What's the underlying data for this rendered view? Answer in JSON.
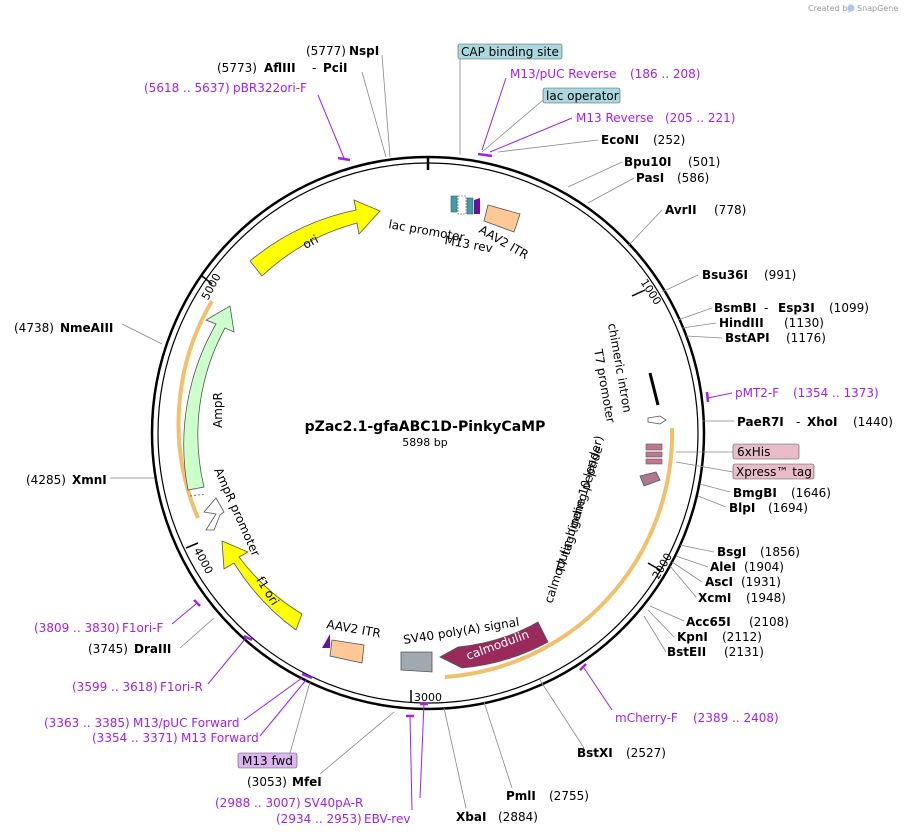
{
  "credit": {
    "text": "Created by",
    "brand": "SnapGene"
  },
  "plasmid": {
    "name": "pZac2.1-gfaABC1D-PinkyCaMP",
    "size_label": "5898 bp",
    "length": 5898
  },
  "ticks": [
    {
      "bp": 1000,
      "label": "1000"
    },
    {
      "bp": 2000,
      "label": "2000"
    },
    {
      "bp": 3000,
      "label": "3000"
    },
    {
      "bp": 4000,
      "label": "4000"
    },
    {
      "bp": 5000,
      "label": "5000"
    }
  ],
  "sites": [
    {
      "name": "NspI",
      "coord": "(5777)"
    },
    {
      "name": "AflIII",
      "name2": "PciI",
      "coord": "(5773)"
    },
    {
      "name": "EcoNI",
      "coord": "(252)"
    },
    {
      "name": "Bpu10I",
      "coord": "(501)"
    },
    {
      "name": "PasI",
      "coord": "(586)"
    },
    {
      "name": "AvrII",
      "coord": "(778)"
    },
    {
      "name": "Bsu36I",
      "coord": "(991)"
    },
    {
      "name": "BsmBI",
      "name2": "Esp3I",
      "coord": "(1099)"
    },
    {
      "name": "HindIII",
      "coord": "(1130)"
    },
    {
      "name": "BstAPI",
      "coord": "(1176)"
    },
    {
      "name": "PaeR7I",
      "name2": "XhoI",
      "coord": "(1440)"
    },
    {
      "name": "BmgBI",
      "coord": "(1646)"
    },
    {
      "name": "BlpI",
      "coord": "(1694)"
    },
    {
      "name": "BsgI",
      "coord": "(1856)"
    },
    {
      "name": "AleI",
      "coord": "(1904)"
    },
    {
      "name": "AscI",
      "coord": "(1931)"
    },
    {
      "name": "XcmI",
      "coord": "(1948)"
    },
    {
      "name": "Acc65I",
      "coord": "(2108)"
    },
    {
      "name": "KpnI",
      "coord": "(2112)"
    },
    {
      "name": "BstEII",
      "coord": "(2131)"
    },
    {
      "name": "BstXI",
      "coord": "(2527)"
    },
    {
      "name": "PmlI",
      "coord": "(2755)"
    },
    {
      "name": "XbaI",
      "coord": "(2884)"
    },
    {
      "name": "MfeI",
      "coord": "(3053)"
    },
    {
      "name": "DraIII",
      "coord": "(3745)"
    },
    {
      "name": "XmnI",
      "coord": "(4285)"
    },
    {
      "name": "NmeAIII",
      "coord": "(4738)"
    }
  ],
  "primers": [
    {
      "name": "pBR322ori-F",
      "range": "(5618 .. 5637)"
    },
    {
      "name": "M13/pUC Reverse",
      "range": "(186 .. 208)"
    },
    {
      "name": "M13 Reverse",
      "range": "(205 .. 221)"
    },
    {
      "name": "pMT2-F",
      "range": "(1354 .. 1373)"
    },
    {
      "name": "mCherry-F",
      "range": "(2389 .. 2408)"
    },
    {
      "name": "EBV-rev",
      "range": "(2934 .. 2953)"
    },
    {
      "name": "SV40pA-R",
      "range": "(2988 .. 3007)"
    },
    {
      "name": "M13 Forward",
      "range": "(3354 .. 3371)"
    },
    {
      "name": "M13/pUC Forward",
      "range": "(3363 .. 3385)"
    },
    {
      "name": "F1ori-R",
      "range": "(3599 .. 3618)"
    },
    {
      "name": "F1ori-F",
      "range": "(3809 .. 3830)"
    }
  ],
  "boxed_labels": [
    {
      "text": "CAP binding site",
      "color": "#a8d8e0"
    },
    {
      "text": "lac operator",
      "color": "#a8d8e0"
    },
    {
      "text": "6xHis",
      "color": "#e8bcc8"
    },
    {
      "text": "Xpress™ tag",
      "color": "#e8bcc8"
    },
    {
      "text": "M13 fwd",
      "color": "#dcb4f0"
    }
  ],
  "features": {
    "ori": "ori",
    "lac_promoter": "lac promoter",
    "m13_rev": "M13 rev",
    "aav2_itr_top": "AAV2 ITR",
    "aav2_itr_bottom": "AAV2 ITR",
    "chimeric_intron": "chimeric intron",
    "t7_promoter": "T7 promoter",
    "t7_tag": "T7 tag (gene 10 leader)",
    "cam_peptide": "calmodulin-binding peptide",
    "sv40_polya": "SV40 poly(A) signal",
    "calmodulin": "calmodulin",
    "ampr": "AmpR",
    "ampr_promoter": "AmpR promoter",
    "f1_ori": "f1 ori"
  },
  "colors": {
    "ori": "#ffff00",
    "ampr": "#ccffcc",
    "calmodulin": "#9b2a5c",
    "aav2_itr": "#ffc896",
    "sv40": "#a0a8b0",
    "cds_highlight": "#f2c06b",
    "primer": "#a020f0",
    "lac_operator": "#3aa0b0",
    "m13": "#6a0fa0"
  }
}
